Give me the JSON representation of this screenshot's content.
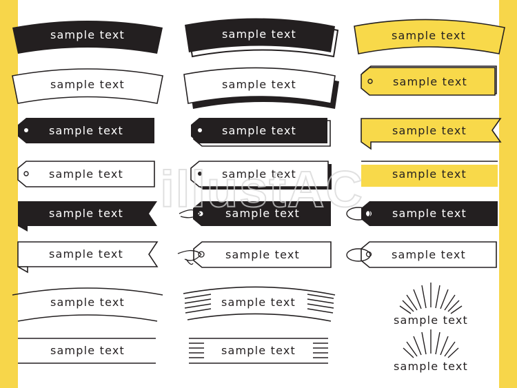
{
  "colors": {
    "black": "#231f20",
    "yellow": "#f8d94a",
    "white": "#ffffff",
    "side_yellow": "#f7d64a"
  },
  "labels": [
    "sample text",
    "sample text",
    "sample text",
    "sample text",
    "sample text",
    "sample text",
    "sample text",
    "sample text",
    "sample text",
    "sample text",
    "sample text",
    "sample text",
    "sample text",
    "sample text",
    "sample text",
    "sample text",
    "sample text",
    "sample text",
    "sample text",
    "sample text",
    "sample text",
    "sample text",
    "sample text",
    "sample text"
  ],
  "watermark": "illustAC"
}
